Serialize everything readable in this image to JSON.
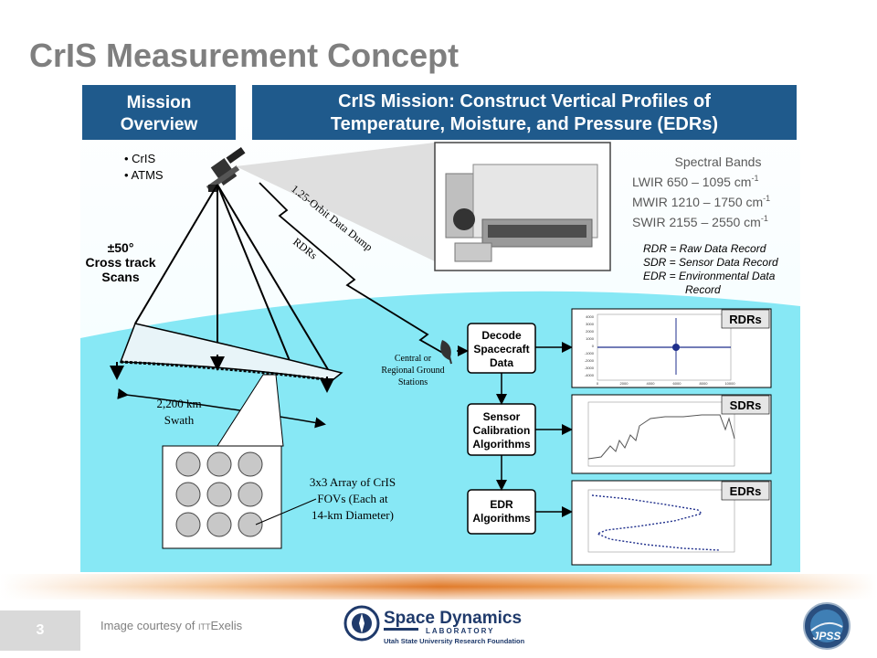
{
  "slide": {
    "title": "CrIS Measurement Concept",
    "page_number": "3",
    "credit_prefix": "Image courtesy of ",
    "credit_itt": "ITT",
    "credit_company": "Exelis"
  },
  "diagram": {
    "mission_overview": [
      "Mission",
      "Overview"
    ],
    "cris_mission": [
      "CrIS Mission:  Construct Vertical Profiles of",
      "Temperature, Moisture, and Pressure (EDRs)"
    ],
    "instruments": [
      "• CrIS",
      "• ATMS"
    ],
    "scan_label": [
      "±50°",
      "Cross track",
      "Scans"
    ],
    "orbit_dump": "1.25-Orbit Data Dump",
    "rdrs_path": "RDRs",
    "swath": [
      "2,200 km",
      "Swath"
    ],
    "ground_stations": [
      "Central or",
      "Regional Ground",
      "Stations"
    ],
    "fov_array": [
      "3x3 Array of CrIS",
      "FOVs (Each at",
      "14-km Diameter)"
    ],
    "spectral_bands": {
      "title": "Spectral Bands",
      "lines": [
        {
          "text": "LWIR     650 – 1095 cm",
          "sup": "-1"
        },
        {
          "text": "MWIR 1210 – 1750 cm",
          "sup": "-1"
        },
        {
          "text": "SWIR  2155 – 2550 cm",
          "sup": "-1"
        }
      ]
    },
    "definitions": [
      "RDR = Raw Data Record",
      "SDR = Sensor Data Record",
      "EDR = Environmental Data",
      "Record"
    ],
    "process_boxes": [
      [
        "Decode",
        "Spacecraft",
        "Data"
      ],
      [
        "Sensor",
        "Calibration",
        "Algorithms"
      ],
      [
        "EDR",
        "Algorithms"
      ]
    ],
    "panel_labels": [
      "RDRs",
      "SDRs",
      "EDRs"
    ],
    "rdr_ticks": [
      "4000",
      "3000",
      "2000",
      "1000",
      "0",
      "-1000",
      "-2000",
      "-3000",
      "-4000"
    ],
    "rdr_xticks": [
      "0",
      "2000",
      "4000",
      "6000",
      "8000",
      "10000"
    ]
  },
  "logos": {
    "sdl_name": "Space Dynamics",
    "sdl_lab": "LABORATORY",
    "sdl_sub": "Utah State University Research Foundation",
    "jpss": "JPSS"
  },
  "colors": {
    "header_blue": "#1f5a8c",
    "ocean": "#87e8f5",
    "title_gray": "#7f7f7f"
  }
}
